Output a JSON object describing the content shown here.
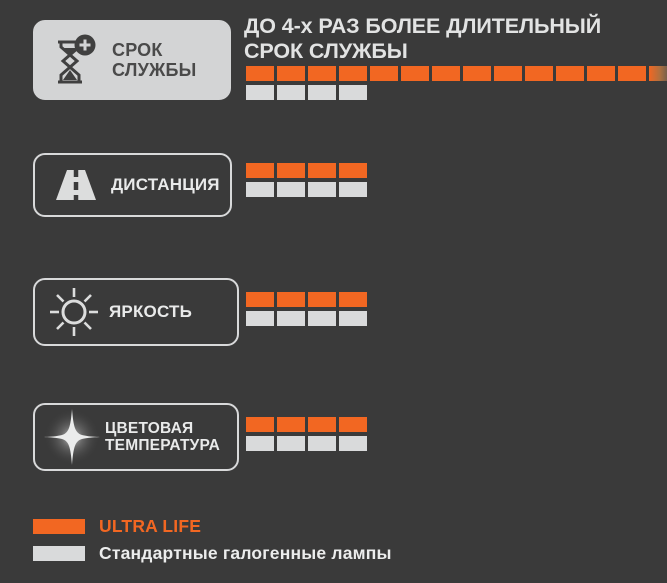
{
  "theme": {
    "background": "#3a3a3a",
    "orange": "#f26722",
    "gray": "#d9dadb",
    "box_fill": "#d3d4d5",
    "box_outline": "#d8d9da",
    "text_light": "#e9eaea",
    "text_dark": "#4a4a4a"
  },
  "headline": "ДО 4-х РАЗ БОЛЕЕ ДЛИТЕЛЬНЫЙ\nСРОК СЛУЖБЫ",
  "rows": [
    {
      "id": "life",
      "label": "СРОК\nСЛУЖБЫ",
      "icon": "hourglass-plus-icon",
      "box_style": "filled",
      "orange_segments": 14,
      "gray_segments": 4,
      "last_segment_fades": true
    },
    {
      "id": "distance",
      "label": "ДИСТАНЦИЯ",
      "icon": "road-icon",
      "box_style": "outlined",
      "orange_segments": 4,
      "gray_segments": 4,
      "last_segment_fades": false
    },
    {
      "id": "brightness",
      "label": "ЯРКОСТЬ",
      "icon": "sun-icon",
      "box_style": "outlined",
      "orange_segments": 4,
      "gray_segments": 4,
      "last_segment_fades": false
    },
    {
      "id": "color_temperature",
      "label": "ЦВЕТОВАЯ\nТЕМПЕРАТУРА",
      "icon": "star-sparkle-icon",
      "box_style": "outlined",
      "orange_segments": 4,
      "gray_segments": 4,
      "last_segment_fades": false
    }
  ],
  "legend": [
    {
      "label": "ULTRA LIFE",
      "color": "#f26722",
      "swatch": "orange"
    },
    {
      "label": "Стандартные галогенные лампы",
      "color": "#eceded",
      "swatch": "gray"
    }
  ],
  "chart_data": {
    "type": "bar",
    "title": "ДО 4-х РАЗ БОЛЕЕ ДЛИТЕЛЬНЫЙ СРОК СЛУЖБЫ",
    "orientation": "horizontal",
    "unit": "segments",
    "categories": [
      "СРОК СЛУЖБЫ",
      "ДИСТАНЦИЯ",
      "ЯРКОСТЬ",
      "ЦВЕТОВАЯ ТЕМПЕРАТУРА"
    ],
    "series": [
      {
        "name": "ULTRA LIFE",
        "color": "#f26722",
        "values": [
          14,
          4,
          4,
          4
        ]
      },
      {
        "name": "Стандартные галогенные лампы",
        "color": "#d9dadb",
        "values": [
          4,
          4,
          4,
          4
        ]
      }
    ],
    "xlabel": "",
    "ylabel": "",
    "grid": false,
    "legend_position": "bottom-left",
    "annotations": [
      "Верхняя шкала обрезана справа (градиентное затухание)"
    ]
  }
}
